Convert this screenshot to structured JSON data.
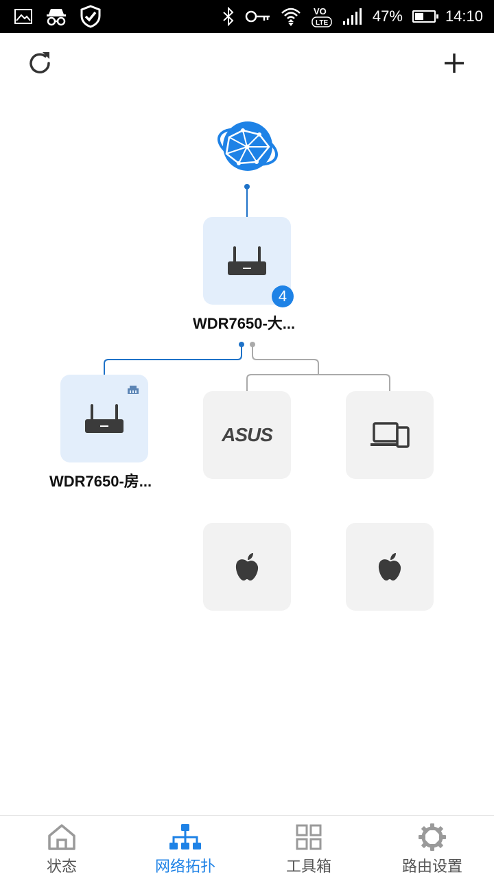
{
  "status_bar": {
    "battery_percent": "47%",
    "battery_level": 0.47,
    "time": "14:10",
    "icons": [
      "gallery-icon",
      "incognito-icon",
      "shield-check-icon",
      "bluetooth-icon",
      "key-icon",
      "wifi-icon",
      "volte-icon",
      "signal-icon",
      "battery-icon"
    ]
  },
  "toolbar": {
    "refresh_icon": "refresh-icon",
    "add_icon": "plus-icon"
  },
  "topology": {
    "internet_icon": "globe-icon",
    "main_router": {
      "label": "WDR7650-大...",
      "badge": "4",
      "icon": "router-icon"
    },
    "sub_router": {
      "label": "WDR7650-房...",
      "icon": "router-icon",
      "connection_icon": "ethernet-icon"
    },
    "clients": [
      {
        "brand": "ASUS",
        "icon": "asus-logo"
      },
      {
        "icon": "laptop-phone-icon"
      },
      {
        "icon": "apple-icon"
      },
      {
        "icon": "apple-icon"
      }
    ]
  },
  "bottom_nav": {
    "items": [
      {
        "label": "状态",
        "icon": "home-icon",
        "active": false
      },
      {
        "label": "网络拓扑",
        "icon": "topology-icon",
        "active": true
      },
      {
        "label": "工具箱",
        "icon": "grid-icon",
        "active": false
      },
      {
        "label": "路由设置",
        "icon": "gear-icon",
        "active": false
      }
    ]
  },
  "colors": {
    "accent": "#1e82e6",
    "card_blue": "#e3eefb",
    "card_gray": "#f2f2f2"
  }
}
